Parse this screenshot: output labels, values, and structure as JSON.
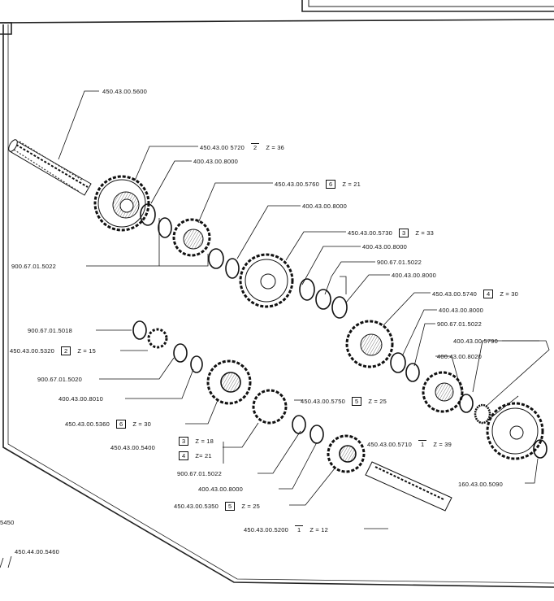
{
  "labels": {
    "shaft_main": "450.43.00.5600",
    "g5720": {
      "part": "450.43.00 5720",
      "gear": "2",
      "z": "Z = 36"
    },
    "w8000a": "400.43.00.8000",
    "g5760": {
      "part": "450.43.00.5760",
      "gear": "6",
      "z": "Z = 21"
    },
    "w8000b": "400.43.00.8000",
    "g5730": {
      "part": "450.43.00.5730",
      "gear": "3",
      "z": "Z = 33"
    },
    "w8000c": "400.43.00.8000",
    "c5022a": "900.67.01.5022",
    "w8000d": "400.43.00.8000",
    "g5740": {
      "part": "450.43.00.5740",
      "gear": "4",
      "z": "Z = 30"
    },
    "w8000e": "400.43.00.8000",
    "c5022b": "900.67.01.5022",
    "g5790": "400.43.00.5790",
    "w8020": "400.43.00.8020",
    "c5022left": "900.67.01.5022",
    "c5018": "900.67.01.5018",
    "g5320": {
      "part": "450.43.00.5320",
      "gear": "2",
      "z": "Z = 15"
    },
    "c5020": "900.67.01.5020",
    "w8010": "400.43.00.8010",
    "g5360": {
      "part": "450.43.00.5360",
      "gear": "6",
      "z": "Z = 30"
    },
    "g5400": {
      "part": "450.43.00.5400",
      "gear_a": "3",
      "z_a": "Z = 18",
      "gear_b": "4",
      "z_b": "Z= 21"
    },
    "c5022c": "900.67.01.5022",
    "w8000f": "400.43.00.8000",
    "g5750": {
      "part": "450.43.00.5750",
      "gear": "5",
      "z": "Z = 25"
    },
    "g5710": {
      "part": "450.43.00.5710",
      "gear": "1",
      "z": "Z = 39"
    },
    "g5350": {
      "part": "450.43.00.5350",
      "gear": "5",
      "z": "Z = 25"
    },
    "w5090": "160.43.00.5090",
    "g5200": {
      "part": "450.43.00.5200",
      "gear": "1",
      "z": "Z = 12"
    },
    "edge_5450": "5450",
    "ref_5460": "450.44.00.5460"
  }
}
